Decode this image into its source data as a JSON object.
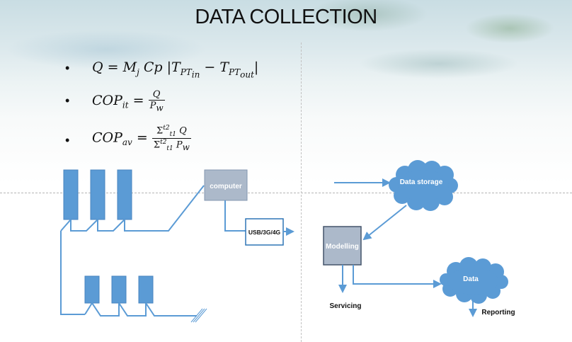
{
  "slide": {
    "title": "DATA COLLECTION",
    "equations": [
      {
        "bullet": "•",
        "lhs": "Q",
        "rhs": "= M_j Cp |T_PT_in − T_PT_out|"
      },
      {
        "bullet": "•",
        "lhs": "COP_it",
        "rhs": "= Q / P_w"
      },
      {
        "bullet": "•",
        "lhs": "COP_av",
        "rhs": "= Σ_{t1}^{t2} Q / Σ_{t1}^{t2} P_w"
      }
    ],
    "eq_parts": {
      "q": "Q",
      "eq": "=",
      "mj": "M",
      "j": "j",
      "cp": "Cp",
      "t": "T",
      "pt": "PT",
      "in": "in",
      "out": "out",
      "minus": "−",
      "cop": "COP",
      "it": "it",
      "av": "av",
      "pw": "P",
      "w": "w",
      "sigma": "Σ",
      "t1": "t",
      "one": "1",
      "t2": "t",
      "two": "2"
    }
  },
  "diagram": {
    "nodes": {
      "computer": "computer",
      "usb": "USB/3G/4G",
      "data_storage": "Data storage",
      "modelling": "Modelling",
      "data": "Data",
      "servicing": "Servicing",
      "reporting": "Reporting"
    },
    "colors": {
      "panel": "#5b9bd5",
      "panel_border": "#4a86c0",
      "gray_box": "#acb9ca",
      "gray_border": "#8497b0",
      "line": "#5b9bd5",
      "cloud": "#5b9bd5",
      "usb_border": "#2e75b6"
    }
  }
}
